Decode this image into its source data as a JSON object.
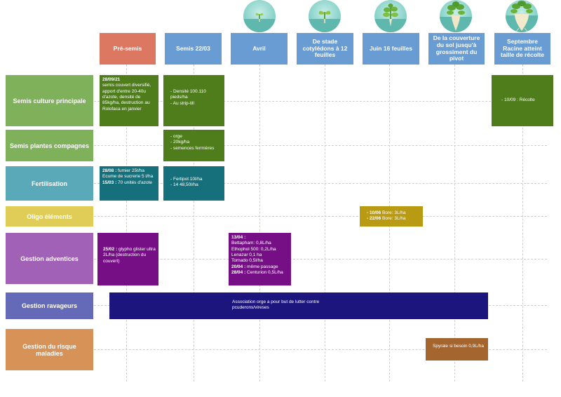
{
  "colors": {
    "header_orange": "#dc7762",
    "header_blue": "#6a9cd4",
    "green_light": "#7eb15a",
    "green_dark": "#4f7d1c",
    "teal_light": "#5aa9b8",
    "teal_dark": "#15707b",
    "yellow": "#e0cd57",
    "olive": "#b99a13",
    "purple_light": "#a061b6",
    "purple_dark": "#760f86",
    "slate_blue": "#6469b8",
    "navy": "#1c157d",
    "tan": "#d79258",
    "brown": "#a4662e"
  },
  "stages": [
    "sprout",
    "seedling",
    "young-plant",
    "root-pivot",
    "mature-root"
  ],
  "columns": [
    {
      "label": "Pré-semis"
    },
    {
      "label": "Semis 22/03"
    },
    {
      "label": "Avril"
    },
    {
      "label": "De stade cotylédons à 12 feuilles"
    },
    {
      "label": "Juin 16 feuilles"
    },
    {
      "label": "De la couverture du sol jusqu'à grossiment du pivot"
    },
    {
      "label": "Septembre Racine atteint taille de récolte"
    }
  ],
  "rows": [
    {
      "label": "Semis culture principale"
    },
    {
      "label": "Semis plantes compagnes"
    },
    {
      "label": "Fertilisation"
    },
    {
      "label": "Oligo éléments"
    },
    {
      "label": "Gestion adventices"
    },
    {
      "label": "Gestion ravageurs"
    },
    {
      "label": "Gestion du risque maladies"
    }
  ],
  "cells": {
    "c1": {
      "date": "28/09/21",
      "text": "semis couvert diversifié, apport d'entre 20-40u d'azote, densité de 85kg/ha, destruction au Rolofaca en janvier"
    },
    "c2": {
      "l1": "- Densité 100.110 pieds/ha",
      "l2": "- Au strip-till"
    },
    "c3": {
      "text": "- 10/09 : Récolte"
    },
    "c4": {
      "l1": "- orge",
      "l2": "- 20kg/ha",
      "l3": "- semences fermières"
    },
    "c5": {
      "d1": "28/08 :",
      "t1": " fumier 25t/ha Ecume de sucrerie 5 t/ha",
      "d2": "15/03 :",
      "t2": " 70 unités d'azote"
    },
    "c6": {
      "l1": "- Fertipot 10l/ha",
      "l2": "- 14 48,50l/ha"
    },
    "c7": {
      "d1": "- 10/06",
      "t1": " Bore: 3L/ha",
      "d2": "- 22/06",
      "t2": " Bore: 3L/ha"
    },
    "c8": {
      "d1": "25/02 :",
      "t1": " glypho glister ultra 2L/ha (destruction du couvert)"
    },
    "c9": {
      "d1": "13/04 :",
      "t1": "Bettapham: 0,8L/ha",
      "t2": "Ethophol 500: 0,2L/ha",
      "t3": "Lenazar 0,1 ha",
      "t4": "Tornado 0,5l/ha",
      "d2": "20/04 :",
      "t5": " même passage",
      "d3": "28/04 :",
      "t6": " Centurion 0,5L/ha"
    },
    "c10": {
      "text": "Association orge a pour but de lutter contre pcuderons/vireses"
    },
    "c11": {
      "text": "Spyrale si besoin 0,9L/ha"
    }
  }
}
